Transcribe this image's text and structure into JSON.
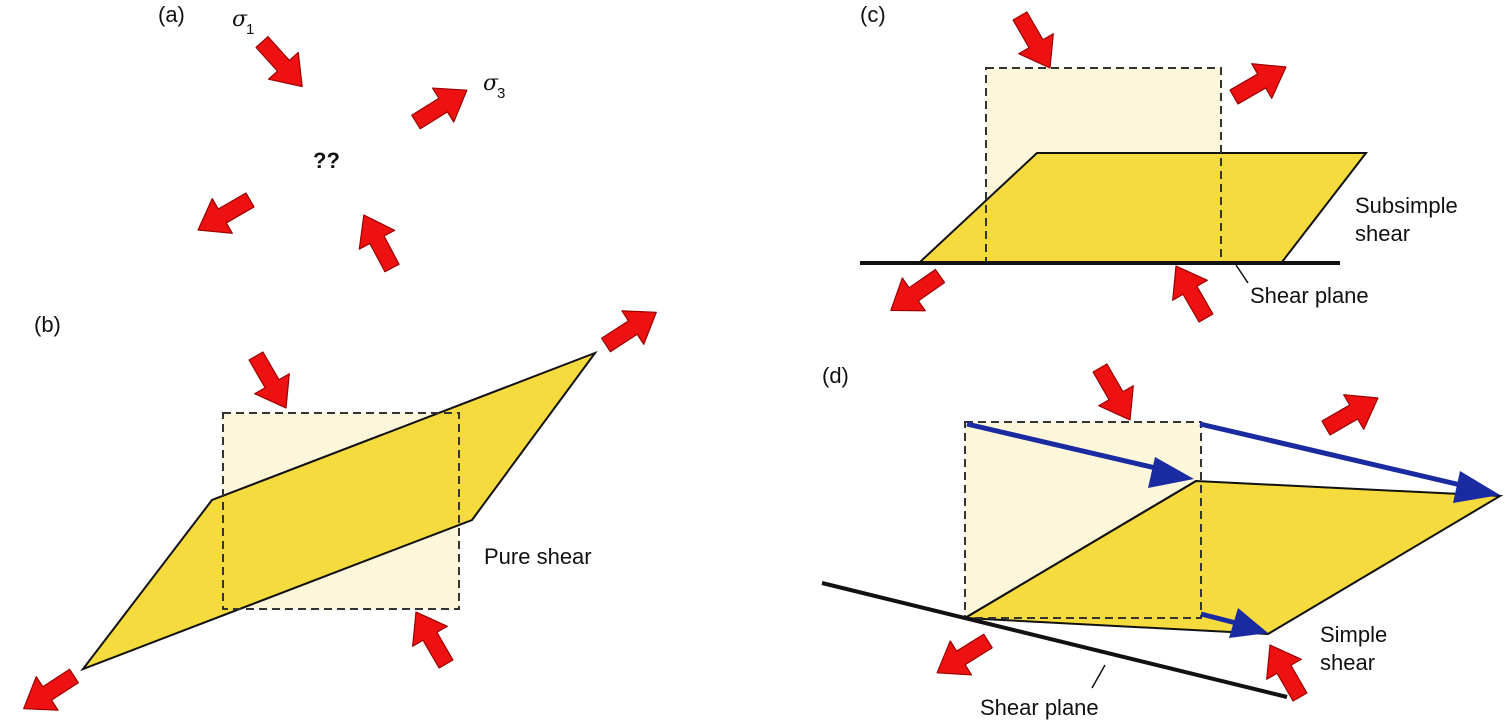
{
  "panels": {
    "a": {
      "label": "(a)",
      "sigma1_symbol": "σ",
      "sigma1_sub": "1",
      "sigma3_symbol": "σ",
      "sigma3_sub": "3",
      "unknown": "??"
    },
    "b": {
      "label": "(b)",
      "caption": "Pure shear"
    },
    "c": {
      "label": "(c)",
      "caption_line1": "Subsimple",
      "caption_line2": "shear",
      "plane_label": "Shear plane"
    },
    "d": {
      "label": "(d)",
      "caption_line1": "Simple",
      "caption_line2": "shear",
      "plane_label": "Shear plane"
    }
  },
  "colors": {
    "stress_arrow": "#ee1111",
    "displacement_arrow": "#1a2aa0",
    "deformed_fill": "#f6db3f",
    "original_fill": "#fcf7db"
  },
  "icons": {
    "stress": "red-stress-arrow-icon",
    "displacement": "blue-displacement-arrow-icon"
  }
}
